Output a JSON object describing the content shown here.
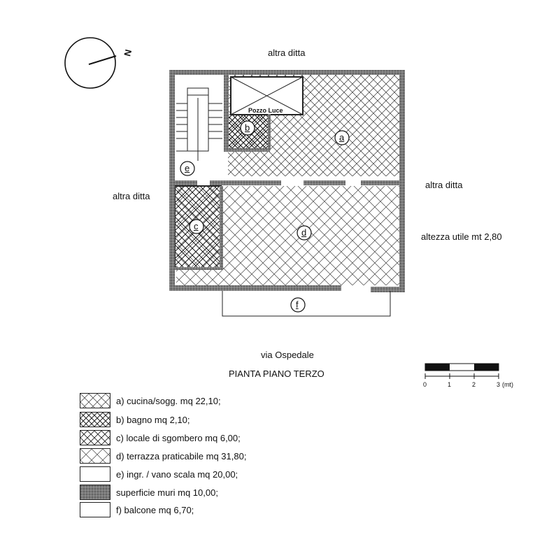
{
  "labels": {
    "north": "N",
    "top": "altra ditta",
    "left": "altra ditta",
    "right": "altra ditta",
    "height": "altezza utile mt 2,80",
    "street": "via Ospedale",
    "title": "PIANTA PIANO TERZO",
    "lightwell": "Pozzo Luce"
  },
  "rooms": {
    "a": "a",
    "b": "b",
    "c": "c",
    "d": "d",
    "e": "e",
    "f": "f"
  },
  "scale": {
    "ticks": [
      "0",
      "1",
      "2",
      "3"
    ],
    "unit": "(mt)"
  },
  "legend": [
    {
      "fill": "hatch-a",
      "text": "a) cucina/sogg. mq 22,10;"
    },
    {
      "fill": "hatch-b",
      "text": "b) bagno mq 2,10;"
    },
    {
      "fill": "hatch-c",
      "text": "c) locale di sgombero mq 6,00;"
    },
    {
      "fill": "hatch-d",
      "text": "d) terrazza praticabile mq 31,80;"
    },
    {
      "fill": "white",
      "text": "e) ingr. / vano scala mq 20,00;"
    },
    {
      "fill": "#8c8c8c",
      "text": "superficie muri mq 10,00;"
    },
    {
      "fill": "white",
      "text": "f) balcone mq 6,70;"
    }
  ]
}
